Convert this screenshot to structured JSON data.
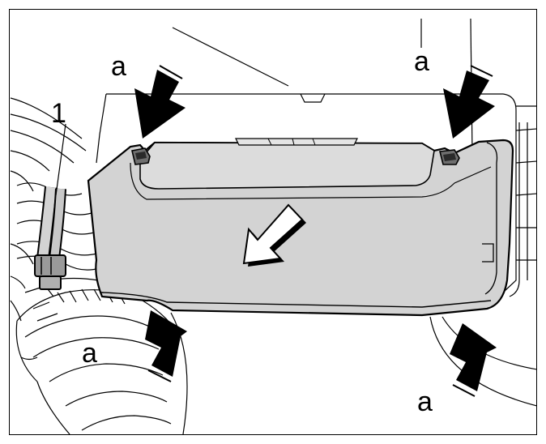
{
  "callout": {
    "number": "1",
    "letter_top_left": "a",
    "letter_top_right": "a",
    "letter_bottom_left": "a",
    "letter_bottom_right": "a"
  },
  "colors": {
    "line": "#000000",
    "cover_fill": "#d3d3d3",
    "cover_top_fill": "#dcdcdc",
    "arrow_fill": "#000000",
    "background": "#ffffff"
  },
  "icons": {
    "push_arrows": "arrow-down-icon",
    "removal_arrow": "arrow-down-left-icon"
  }
}
